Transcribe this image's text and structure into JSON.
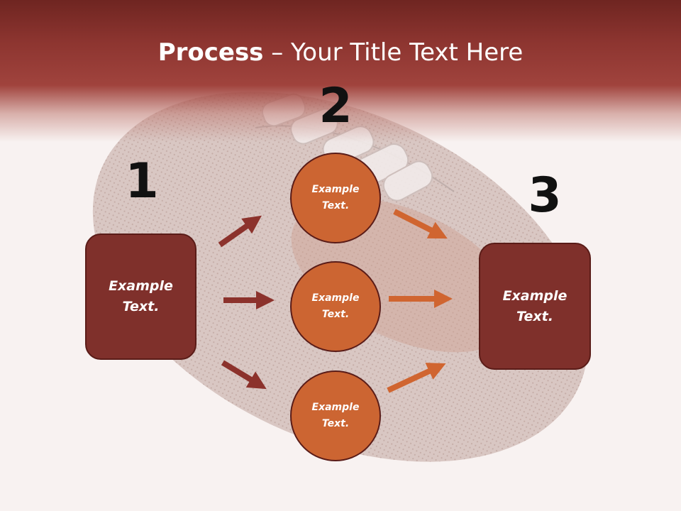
{
  "title": {
    "bold": "Process",
    "rest": " – Your Title Text Here"
  },
  "steps": {
    "step1_number": "1",
    "step2_number": "2",
    "step3_number": "3"
  },
  "nodes": {
    "left_box": "Example Text.",
    "circle_top": "Example Text.",
    "circle_middle": "Example Text.",
    "circle_bottom": "Example Text.",
    "right_box": "Example Text."
  },
  "colors": {
    "header": "#8d3530",
    "box_fill": "#7f302b",
    "circle_fill": "#cc6532",
    "arrow_left": "#8c322c",
    "arrow_right": "#d06530"
  }
}
